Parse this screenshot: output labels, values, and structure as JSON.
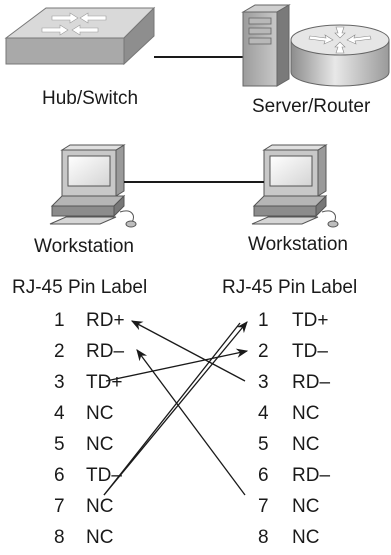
{
  "devices": {
    "hub_switch": "Hub/Switch",
    "server_router": "Server/Router",
    "workstation_left": "Workstation",
    "workstation_right": "Workstation"
  },
  "pinout": {
    "left_header": "RJ-45 Pin Label",
    "right_header": "RJ-45 Pin Label",
    "left_pins": [
      {
        "num": "1",
        "label": "RD+"
      },
      {
        "num": "2",
        "label": "RD–"
      },
      {
        "num": "3",
        "label": "TD+"
      },
      {
        "num": "4",
        "label": "NC"
      },
      {
        "num": "5",
        "label": "NC"
      },
      {
        "num": "6",
        "label": "TD–"
      },
      {
        "num": "7",
        "label": "NC"
      },
      {
        "num": "8",
        "label": "NC"
      }
    ],
    "right_pins": [
      {
        "num": "1",
        "label": "TD+"
      },
      {
        "num": "2",
        "label": "TD–"
      },
      {
        "num": "3",
        "label": "RD–"
      },
      {
        "num": "4",
        "label": "NC"
      },
      {
        "num": "5",
        "label": "NC"
      },
      {
        "num": "6",
        "label": "RD–"
      },
      {
        "num": "7",
        "label": "NC"
      },
      {
        "num": "8",
        "label": "NC"
      }
    ]
  }
}
